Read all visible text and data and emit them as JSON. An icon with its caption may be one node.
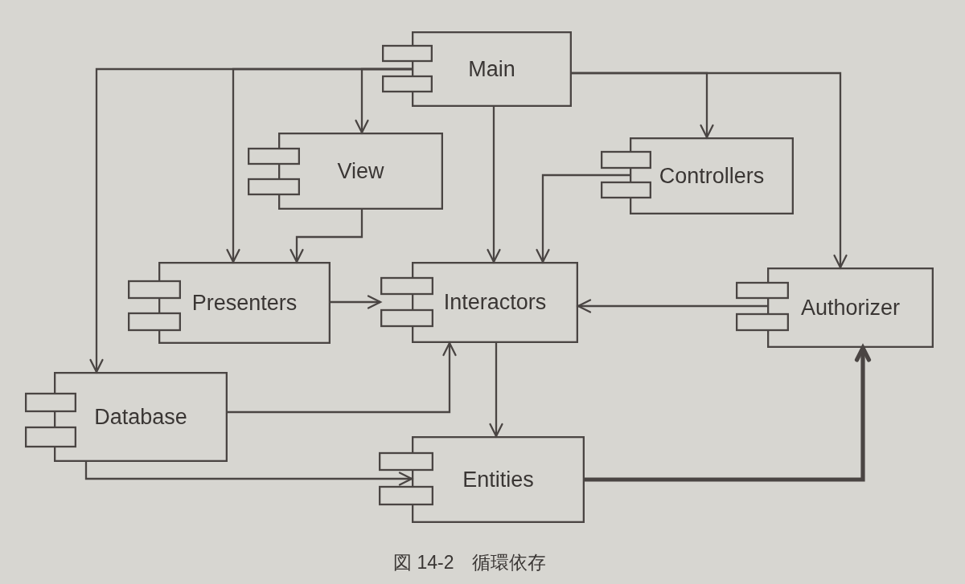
{
  "diagram": {
    "caption": "図 14-2　循環依存",
    "nodes": [
      {
        "text": [
          "Main"
        ]
      },
      {
        "text": [
          "View"
        ]
      },
      {
        "text": [
          "Controllers"
        ]
      },
      {
        "text": [
          "Presenters"
        ]
      },
      {
        "text": [
          "Interactors"
        ]
      },
      {
        "text": [
          "Authorizer"
        ]
      },
      {
        "text": [
          "Database"
        ]
      },
      {
        "text": [
          "Entities"
        ]
      }
    ],
    "edges": [
      {
        "from": 0,
        "to": 1,
        "arrow": "to"
      },
      {
        "from": 0,
        "to": 3,
        "arrow": "to"
      },
      {
        "from": 0,
        "to": 6,
        "arrow": "to"
      },
      {
        "from": 0,
        "to": 4,
        "arrow": "to"
      },
      {
        "from": 0,
        "to": 2,
        "arrow": "to"
      },
      {
        "from": 0,
        "to": 5,
        "arrow": "to"
      },
      {
        "from": 1,
        "to": 3,
        "arrow": "to"
      },
      {
        "from": 2,
        "to": 4,
        "arrow": "to"
      },
      {
        "from": 3,
        "to": 4,
        "arrow": "to"
      },
      {
        "from": 5,
        "to": 4,
        "arrow": "to"
      },
      {
        "from": 6,
        "to": 4,
        "arrow": "to"
      },
      {
        "from": 4,
        "to": 7,
        "arrow": "to"
      },
      {
        "from": 6,
        "to": 7,
        "arrow": "to"
      },
      {
        "from": 7,
        "to": 5,
        "arrow": "to",
        "style": "thick"
      }
    ]
  }
}
